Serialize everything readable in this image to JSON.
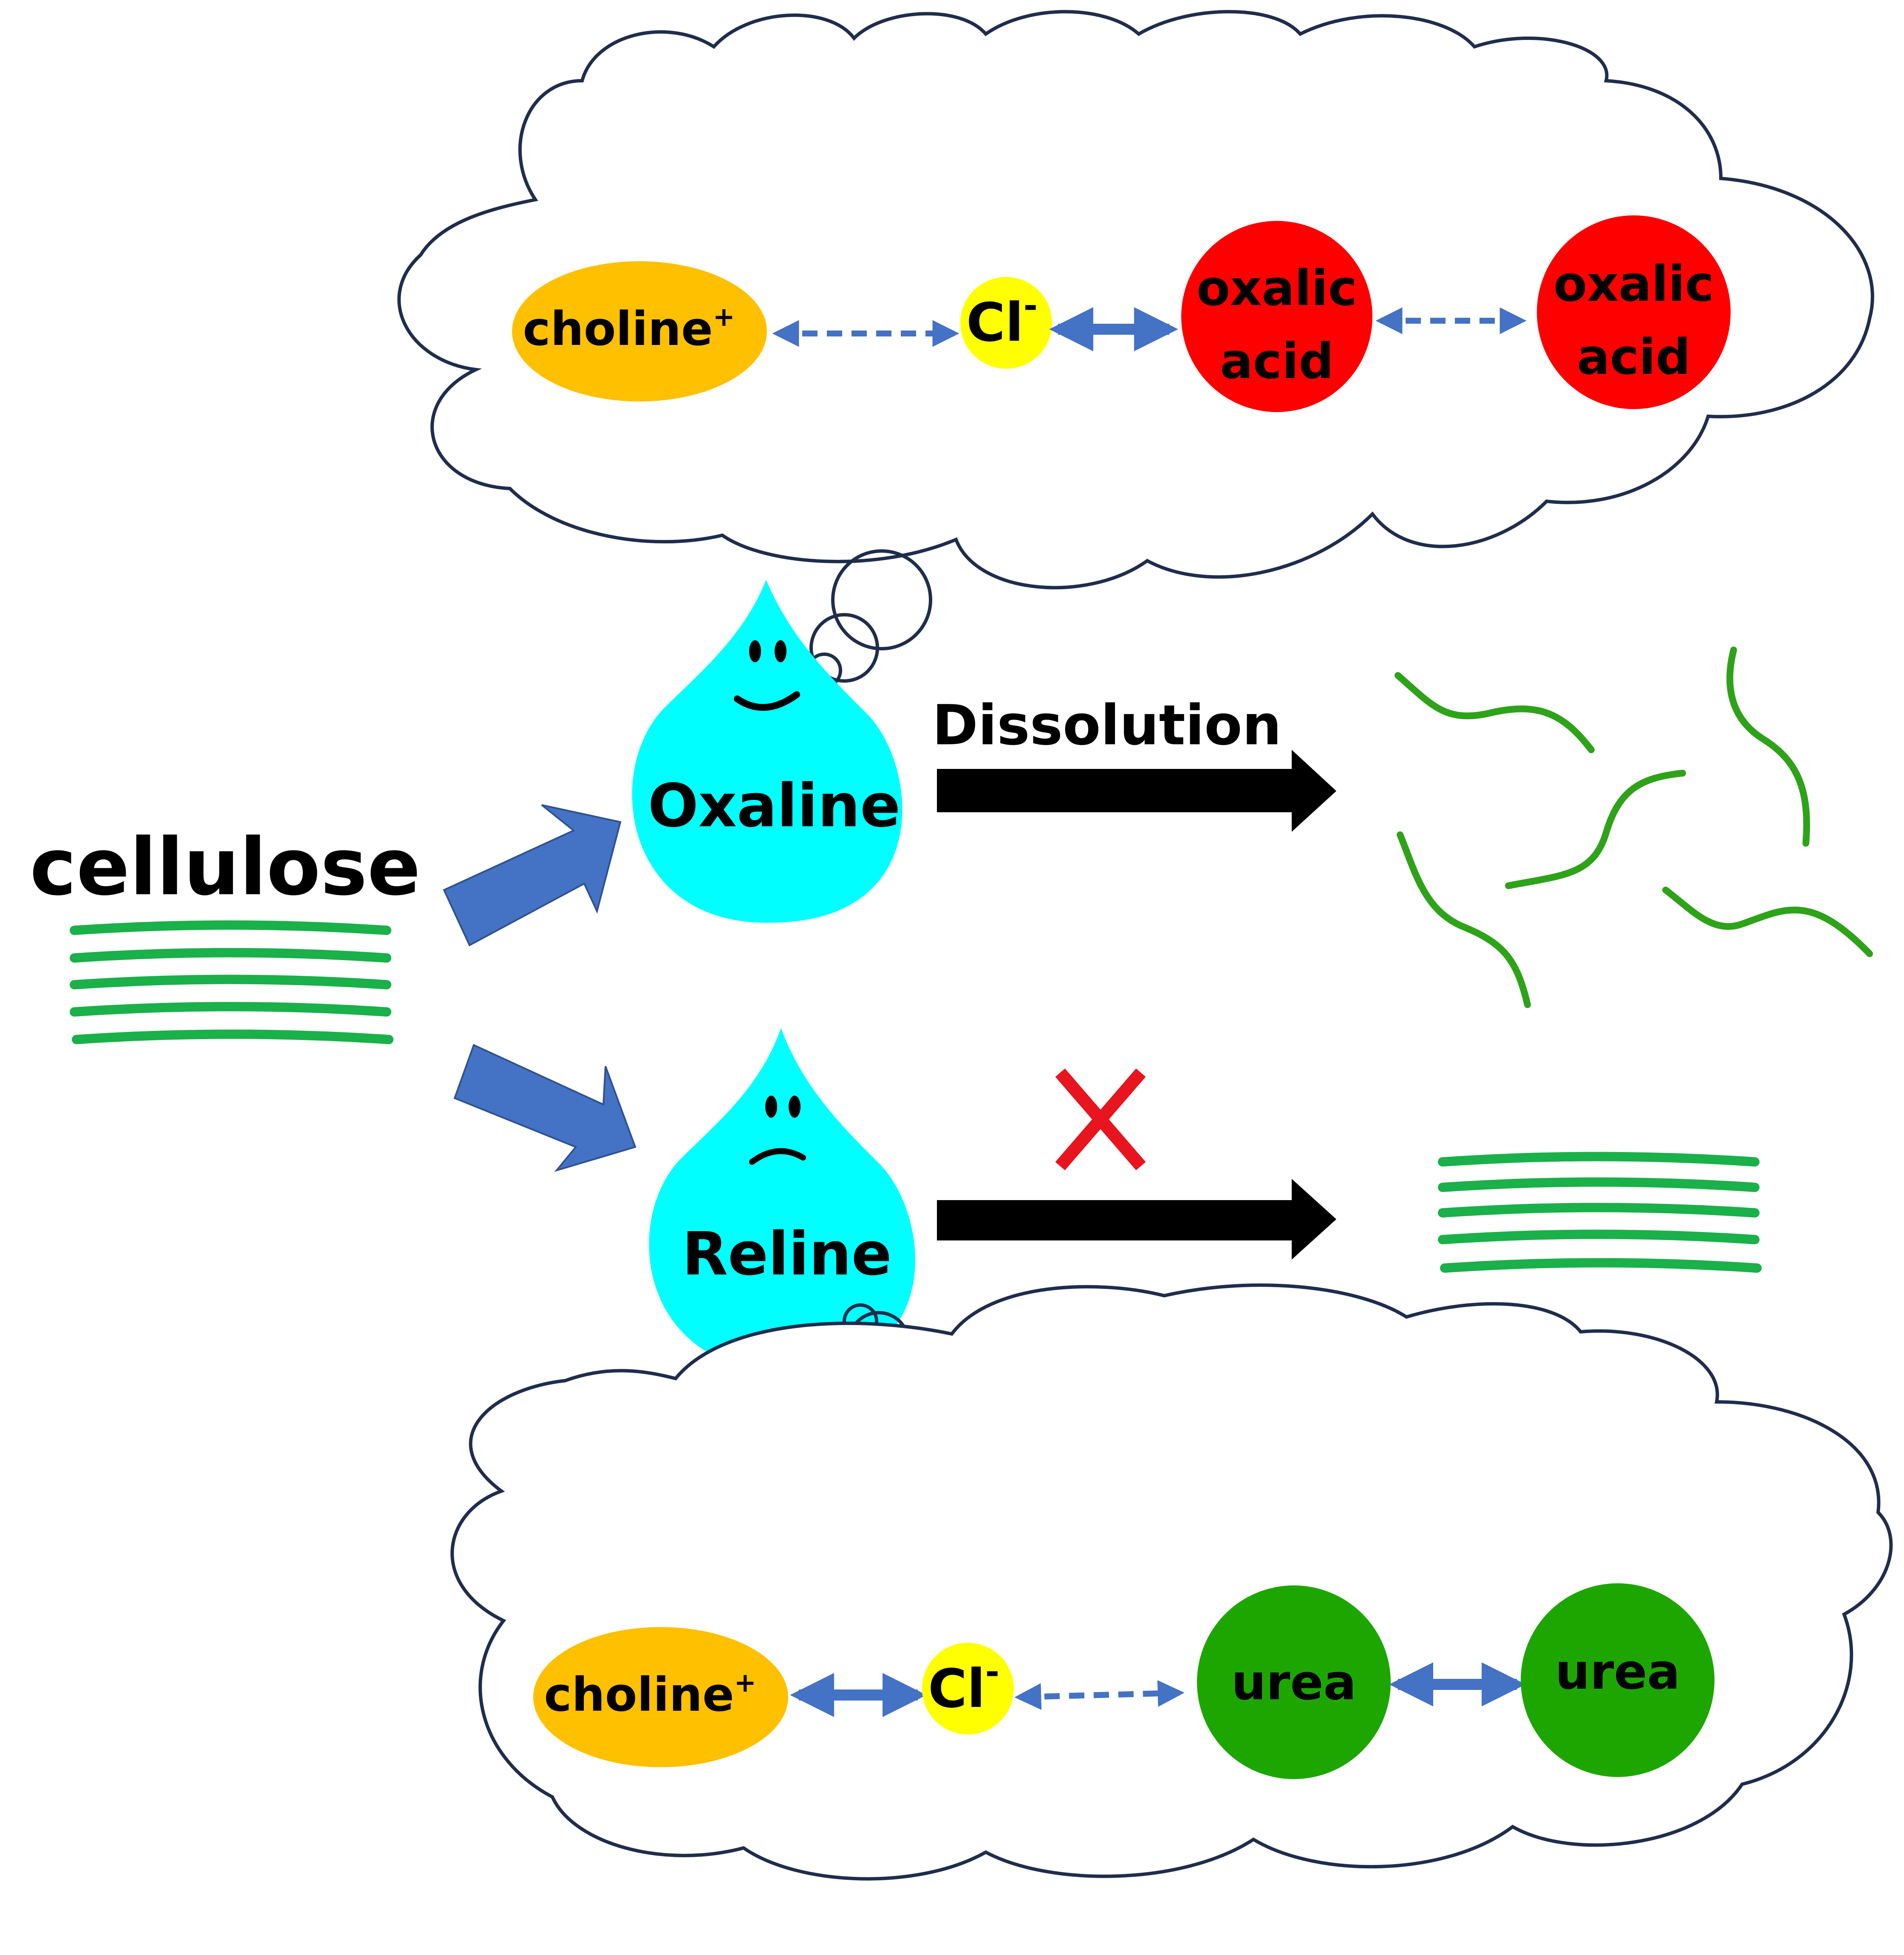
{
  "colors": {
    "drop": "#00ffff",
    "choline": "#ffc000",
    "chloride": "#ffff00",
    "oxalic": "#ff0000",
    "urea": "#1ea600",
    "cellulose": "#1ab04a",
    "fiber": "#2ea31a",
    "bigArrow": "#4472c4",
    "dashArrow": "#4472c4",
    "cross": "#e8141e",
    "cloudStroke": "#1f2d4d"
  },
  "labels": {
    "cellulose": "cellulose",
    "dissolution": "Dissolution",
    "oxaline": "Oxaline",
    "reline": "Reline"
  },
  "topCloud": {
    "choline": "choline",
    "choline_charge": "+",
    "chloride": "Cl",
    "chloride_charge": "-",
    "oxalic_1_line1": "oxalic",
    "oxalic_1_line2": "acid",
    "oxalic_2_line1": "oxalic",
    "oxalic_2_line2": "acid"
  },
  "bottomCloud": {
    "choline": "choline",
    "choline_charge": "+",
    "chloride": "Cl",
    "chloride_charge": "-",
    "urea_1": "urea",
    "urea_2": "urea"
  },
  "icons": {
    "happy": "smiley-face-icon",
    "sad": "sad-face-icon",
    "cross": "cross-mark-icon"
  }
}
